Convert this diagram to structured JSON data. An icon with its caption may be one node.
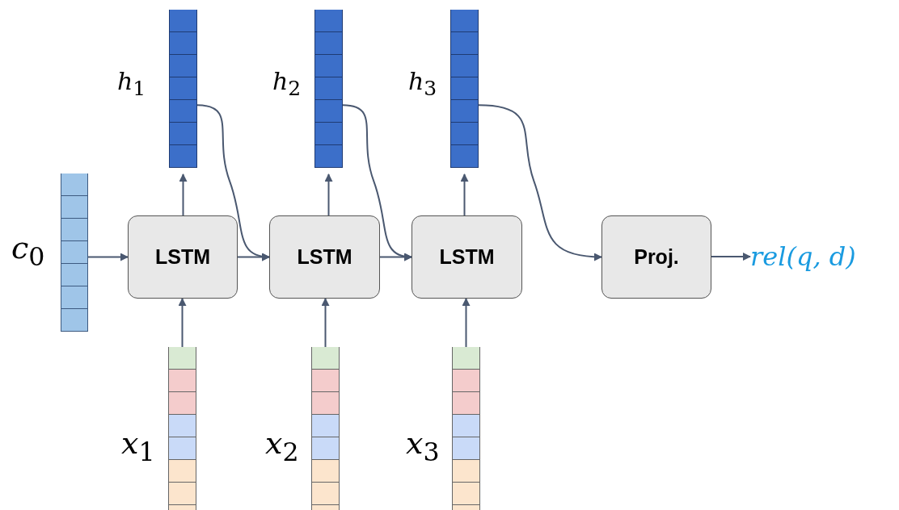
{
  "diagram": {
    "nodes": [
      {
        "text": [],
        "shape": "bar",
        "beside": [
          "*c*$_{0}$"
        ]
      },
      {
        "text": [
          "LSTM"
        ]
      },
      {
        "text": [
          "LSTM"
        ]
      },
      {
        "text": [
          "LSTM"
        ]
      },
      {
        "text": [
          "Proj."
        ]
      },
      {
        "text": [],
        "shape": "bar",
        "beside": [
          "*h*$_{1}$"
        ]
      },
      {
        "text": [],
        "shape": "bar",
        "beside": [
          "*h*$_{2}$"
        ]
      },
      {
        "text": [],
        "shape": "bar",
        "beside": [
          "*h*$_{3}$"
        ]
      },
      {
        "text": [],
        "shape": "bar",
        "beside": [
          "*x*$_{1}$"
        ]
      },
      {
        "text": [],
        "shape": "bar",
        "beside": [
          "*x*$_{2}$"
        ]
      },
      {
        "text": [],
        "shape": "bar",
        "beside": [
          "*x*$_{3}$"
        ]
      },
      {
        "text": [
          "*rel*(*q*, *d*)"
        ]
      }
    ],
    "edges": [
      {
        "from": 0,
        "to": 1,
        "arrow": "to"
      },
      {
        "from": 1,
        "to": 5,
        "arrow": "to"
      },
      {
        "from": 2,
        "to": 6,
        "arrow": "to"
      },
      {
        "from": 3,
        "to": 7,
        "arrow": "to"
      },
      {
        "from": 8,
        "to": 1,
        "arrow": "to"
      },
      {
        "from": 9,
        "to": 2,
        "arrow": "to"
      },
      {
        "from": 10,
        "to": 3,
        "arrow": "to"
      },
      {
        "from": 1,
        "to": 2,
        "arrow": "to"
      },
      {
        "from": 2,
        "to": 3,
        "arrow": "to"
      },
      {
        "from": 5,
        "to": 2,
        "arrow": "to"
      },
      {
        "from": 6,
        "to": 3,
        "arrow": "to"
      },
      {
        "from": 7,
        "to": 4,
        "arrow": "to"
      },
      {
        "from": 4,
        "to": 11,
        "arrow": "to"
      }
    ]
  }
}
